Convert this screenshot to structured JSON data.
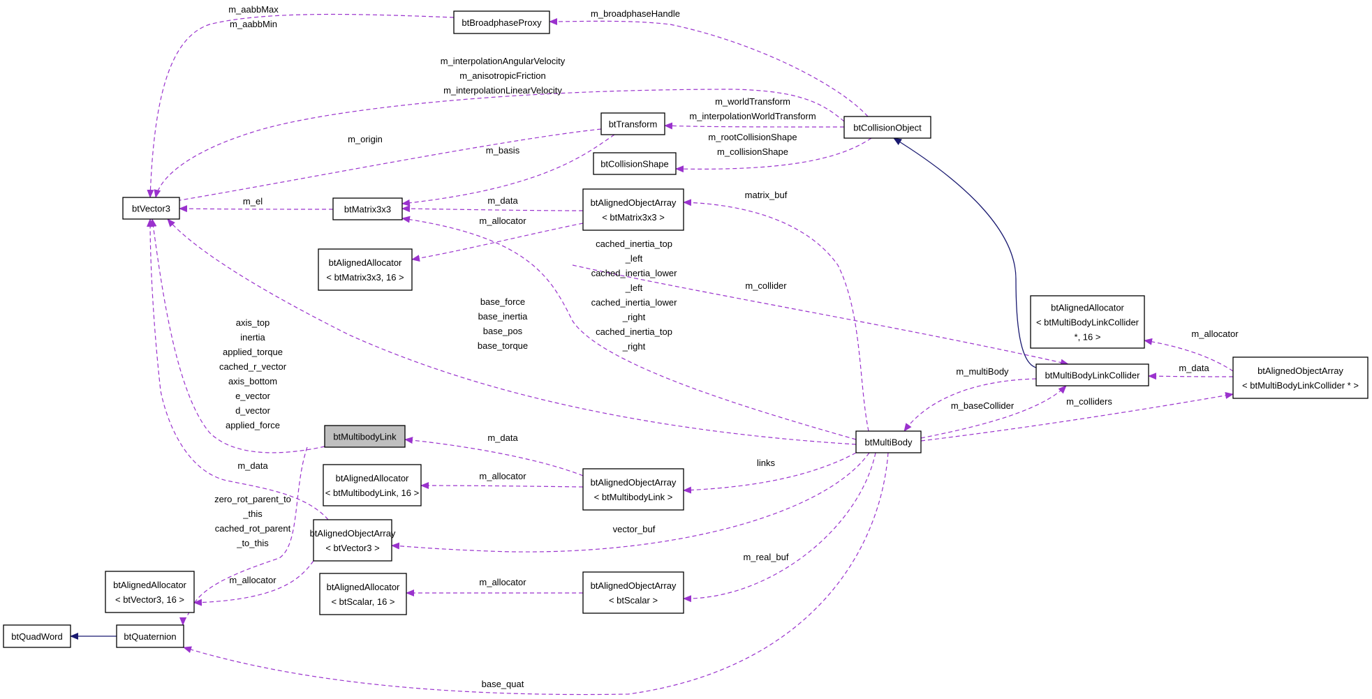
{
  "colors": {
    "usage_edge": "#9a32cd",
    "inheritance_edge": "#191970",
    "highlight_fill": "#bfbfbf",
    "node_border": "#000000"
  },
  "nodes": {
    "bt_vector3": [
      "btVector3"
    ],
    "bt_broadphase_proxy": [
      "btBroadphaseProxy"
    ],
    "bt_transform": [
      "btTransform"
    ],
    "bt_collision_object": [
      "btCollisionObject"
    ],
    "bt_collision_shape": [
      "btCollisionShape"
    ],
    "bt_matrix3x3": [
      "btMatrix3x3"
    ],
    "aoa_matrix3x3": [
      "btAlignedObjectArray",
      "< btMatrix3x3 >"
    ],
    "aa_matrix3x3": [
      "btAlignedAllocator",
      "< btMatrix3x3, 16 >"
    ],
    "aa_link_collider": [
      "btAlignedAllocator",
      "< btMultiBodyLinkCollider",
      "*, 16 >"
    ],
    "bt_multibody_link_collider": [
      "btMultiBodyLinkCollider"
    ],
    "aoa_link_collider": [
      "btAlignedObjectArray",
      "< btMultiBodyLinkCollider * >"
    ],
    "bt_multibody_link": [
      "btMultibodyLink"
    ],
    "bt_multibody": [
      "btMultiBody"
    ],
    "aa_multibody_link": [
      "btAlignedAllocator",
      "< btMultibodyLink, 16 >"
    ],
    "aoa_multibody_link": [
      "btAlignedObjectArray",
      "< btMultibodyLink >"
    ],
    "aoa_vector3": [
      "btAlignedObjectArray",
      "< btVector3 >"
    ],
    "aa_vector3": [
      "btAlignedAllocator",
      "< btVector3, 16 >"
    ],
    "aa_scalar": [
      "btAlignedAllocator",
      "< btScalar, 16 >"
    ],
    "aoa_scalar": [
      "btAlignedObjectArray",
      "< btScalar >"
    ],
    "bt_quad_word": [
      "btQuadWord"
    ],
    "bt_quaternion": [
      "btQuaternion"
    ]
  },
  "edges": [
    {
      "id": "proxy_vector3",
      "kind": "usage",
      "label": [
        "m_aabbMax",
        "m_aabbMin"
      ]
    },
    {
      "id": "colobj_proxy",
      "kind": "usage",
      "label": [
        "m_broadphaseHandle"
      ]
    },
    {
      "id": "colobj_vector3",
      "kind": "usage",
      "label": [
        "m_interpolationAngularVelocity",
        "m_anisotropicFriction",
        "m_interpolationLinearVelocity"
      ]
    },
    {
      "id": "colobj_transform",
      "kind": "usage",
      "label": [
        "m_worldTransform",
        "m_interpolationWorldTransform"
      ]
    },
    {
      "id": "colobj_shape",
      "kind": "usage",
      "label": [
        "m_rootCollisionShape",
        "m_collisionShape"
      ]
    },
    {
      "id": "transform_vector3",
      "kind": "usage",
      "label": [
        "m_origin"
      ]
    },
    {
      "id": "transform_matrix",
      "kind": "usage",
      "label": [
        "m_basis"
      ]
    },
    {
      "id": "matrix_vector3",
      "kind": "usage",
      "label": [
        "m_el"
      ]
    },
    {
      "id": "aoamatrix_matrix",
      "kind": "usage",
      "label": [
        "m_data"
      ]
    },
    {
      "id": "aoamatrix_aamatrix",
      "kind": "usage",
      "label": [
        "m_allocator"
      ]
    },
    {
      "id": "multibody_aoamatrix",
      "kind": "usage",
      "label": [
        "matrix_buf"
      ]
    },
    {
      "id": "link_collider",
      "kind": "usage",
      "label": [
        "m_collider"
      ]
    },
    {
      "id": "link_matrix",
      "kind": "usage",
      "label": [
        "cached_inertia_top",
        "_left",
        "cached_inertia_lower",
        "_left",
        "cached_inertia_lower",
        "_right",
        "cached_inertia_top",
        "_right"
      ]
    },
    {
      "id": "multibody_vector3",
      "kind": "usage",
      "label": [
        "base_force",
        "base_inertia",
        "base_pos",
        "base_torque"
      ]
    },
    {
      "id": "link_vector3",
      "kind": "usage",
      "label": [
        "axis_top",
        "inertia",
        "applied_torque",
        "cached_r_vector",
        "axis_bottom",
        "e_vector",
        "d_vector",
        "applied_force"
      ]
    },
    {
      "id": "collider_colobj",
      "kind": "inheritance",
      "label": []
    },
    {
      "id": "aoacollider_aacollider",
      "kind": "usage",
      "label": [
        "m_allocator"
      ]
    },
    {
      "id": "aoacollider_collider",
      "kind": "usage",
      "label": [
        "m_data"
      ]
    },
    {
      "id": "collider_multibody",
      "kind": "usage",
      "label": [
        "m_multiBody"
      ]
    },
    {
      "id": "multibody_collider",
      "kind": "usage",
      "label": [
        "m_baseCollider"
      ]
    },
    {
      "id": "multibody_aoacollider",
      "kind": "usage",
      "label": [
        "m_colliders"
      ]
    },
    {
      "id": "aoalink_link",
      "kind": "usage",
      "label": [
        "m_data"
      ]
    },
    {
      "id": "aoalink_aalink",
      "kind": "usage",
      "label": [
        "m_allocator"
      ]
    },
    {
      "id": "multibody_aoalink",
      "kind": "usage",
      "label": [
        "links"
      ]
    },
    {
      "id": "aoavector_vector3",
      "kind": "usage",
      "label": [
        "m_data"
      ]
    },
    {
      "id": "multibody_aoavector",
      "kind": "usage",
      "label": [
        "vector_buf"
      ]
    },
    {
      "id": "link_quaternion",
      "kind": "usage",
      "label": [
        "zero_rot_parent_to",
        "_this",
        "cached_rot_parent",
        "_to_this"
      ]
    },
    {
      "id": "aoavector_aavector",
      "kind": "usage",
      "label": [
        "m_allocator"
      ]
    },
    {
      "id": "aoascalar_aascalar",
      "kind": "usage",
      "label": [
        "m_allocator"
      ]
    },
    {
      "id": "multibody_aoascalar",
      "kind": "usage",
      "label": [
        "m_real_buf"
      ]
    },
    {
      "id": "quaternion_quadword",
      "kind": "inheritance",
      "label": []
    },
    {
      "id": "multibody_quaternion",
      "kind": "usage",
      "label": [
        "base_quat"
      ]
    }
  ]
}
